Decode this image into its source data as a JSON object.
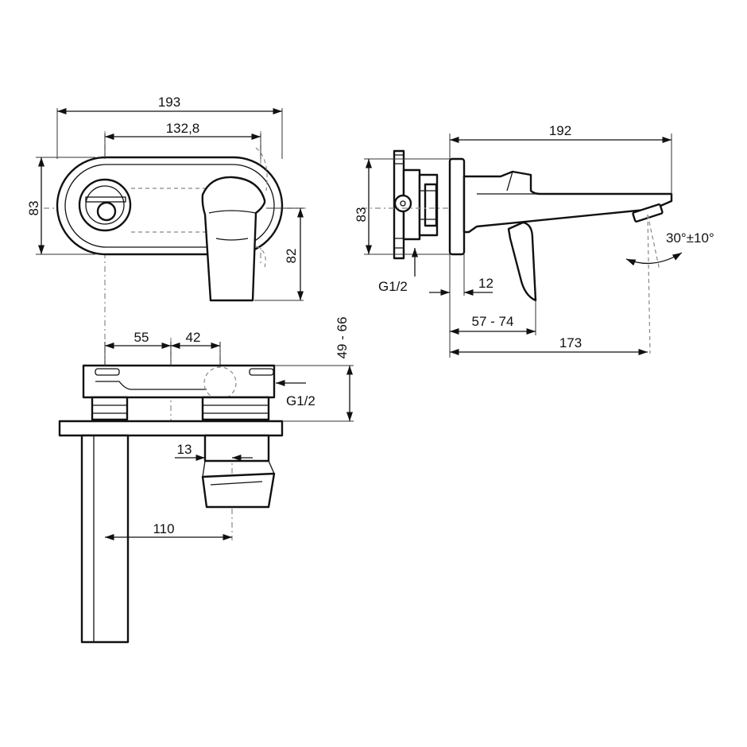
{
  "dimensions": {
    "plate_width": "193",
    "hole_spacing": "132,8",
    "plate_height_front": "83",
    "spout_drop": "82",
    "plate_height_side": "83",
    "total_projection": "192",
    "inlet_side": "G1/2",
    "plate_depth": "12",
    "wall_depth_range": "57 - 74",
    "spout_reach": "173",
    "spray_angle": "30°±10°",
    "offset_left": "55",
    "offset_right": "42",
    "inlet_top": "G1/2",
    "depth_range_top": "49 - 66",
    "cartridge_offset": "13",
    "spout_offset": "110"
  }
}
